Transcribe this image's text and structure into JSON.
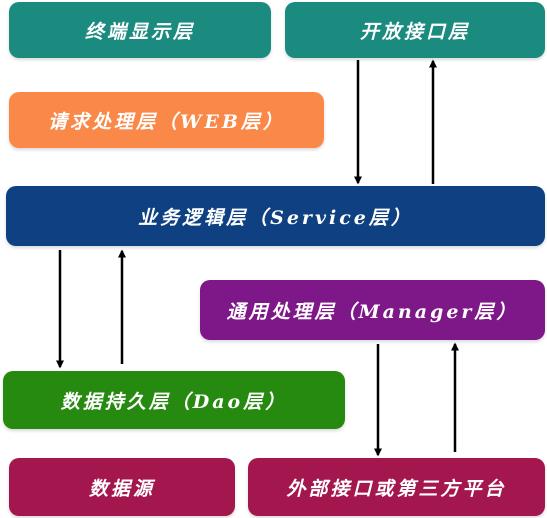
{
  "colors": {
    "teal": "#1b8a7f",
    "orange": "#fa8848",
    "navy": "#0f4182",
    "purple": "#7e1788",
    "green": "#258a0f",
    "crimson": "#a4174e",
    "arrow": "#000000"
  },
  "layers": {
    "terminal_display": "终端显示层",
    "open_interface": "开放接口层",
    "request_processing": "请求处理层（WEB层）",
    "business_logic": "业务逻辑层（Service层）",
    "general_processing": "通用处理层（Manager层）",
    "data_persistence": "数据持久层（Dao层）",
    "data_source": "数据源",
    "external_interface": "外部接口或第三方平台"
  }
}
